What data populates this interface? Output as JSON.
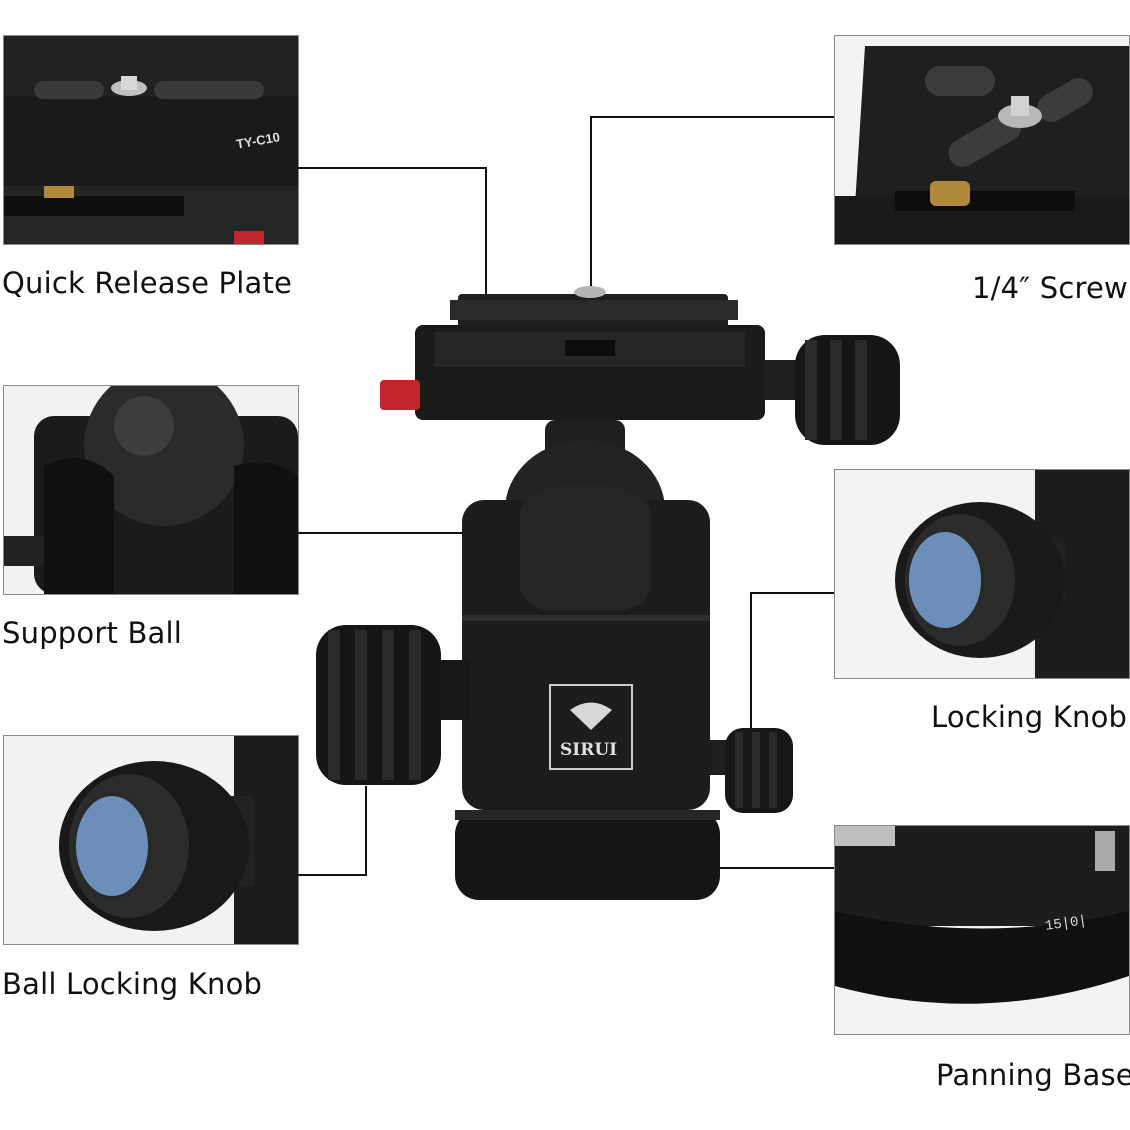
{
  "labels": {
    "quick_release_plate": "Quick Release Plate",
    "screw": "1/4″ Screw",
    "support_ball": "Support Ball",
    "locking_knob": "Locking Knob",
    "ball_locking_knob": "Ball Locking Knob",
    "panning_base": "Panning Base"
  },
  "product": {
    "brand": "SIRUI",
    "plate_model": "TY-C10"
  },
  "closeups": {
    "base_scale": "15|0|"
  },
  "colors": {
    "metal_dark": "#1c1c1c",
    "metal_mid": "#2e2e2e",
    "accent_red": "#c0262b",
    "knob_blue": "#6b8fb8",
    "brass": "#b08a3a"
  }
}
